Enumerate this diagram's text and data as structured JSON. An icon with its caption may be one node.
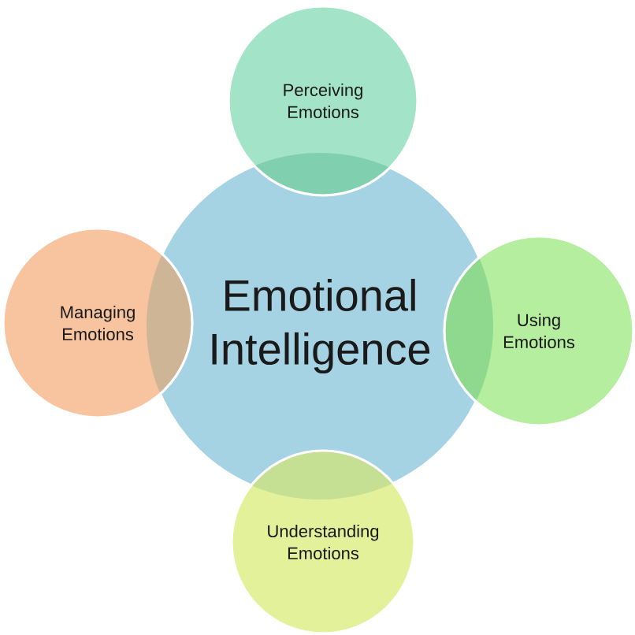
{
  "diagram": {
    "nodes": [
      {
        "text": [
          "Emotional Intelligence"
        ]
      },
      {
        "text": [
          "Perceiving Emotions"
        ]
      },
      {
        "text": [
          "Using Emotions"
        ]
      },
      {
        "text": [
          "Understanding Emotions"
        ]
      },
      {
        "text": [
          "Managing Emotions"
        ]
      }
    ]
  }
}
